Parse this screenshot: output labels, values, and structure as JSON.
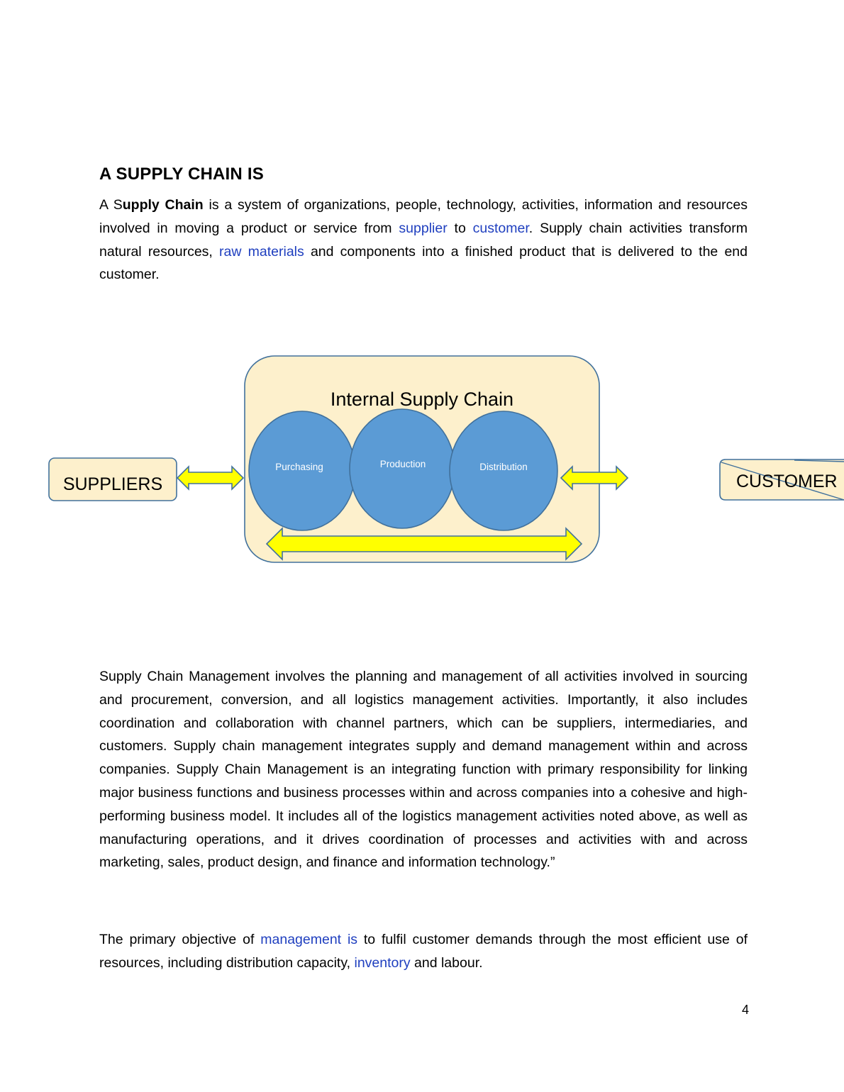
{
  "document": {
    "heading": "A SUPPLY CHAIN IS",
    "paragraph1": {
      "t1": "A S",
      "t2": "upply Chain",
      "t3": " is a system of organizations, people, technology, activities, information and resources involved in moving a product or service from ",
      "link1": "supplier",
      "t4": " to ",
      "link2": "customer",
      "t5": ". Supply chain activities transform natural resources, ",
      "link3": "raw materials",
      "t6": " and components into a finished product that is delivered to the end customer."
    },
    "paragraph2": "Supply Chain Management involves the planning and management of all activities involved in sourcing and procurement, conversion, and all logistics management activities. Importantly, it also includes coordination and collaboration with channel partners, which can be suppliers, intermediaries, and customers. Supply chain management integrates supply and demand management within and across companies. Supply Chain Management is an integrating function with primary responsibility for linking major business functions  and  business processes within and across companies into a cohesive and high-performing business model. It includes all of the logistics management activities noted above, as well as manufacturing operations, and it drives coordination of processes and activities with and across marketing, sales, product design, and finance and information  technology.”",
    "paragraph3": {
      "t1": "The primary objective of ",
      "link1": "management is",
      "t2": " to fulfil customer demands  through  the  most efficient use of resources, including distribution capacity, ",
      "link2": "inventory",
      "t3": " and labour."
    },
    "page_number": "4"
  },
  "diagram": {
    "internal_title": "Internal Supply Chain",
    "suppliers": "SUPPLIERS",
    "customer": "CUSTOMER",
    "stages": [
      "Purchasing",
      "Production",
      "Distribution"
    ]
  },
  "colors": {
    "link": "#1f3fbf",
    "box_fill": "#fdf0cc",
    "box_stroke": "#41719c",
    "circle_fill": "#5b9bd5",
    "arrow_fill": "#ffff00"
  }
}
